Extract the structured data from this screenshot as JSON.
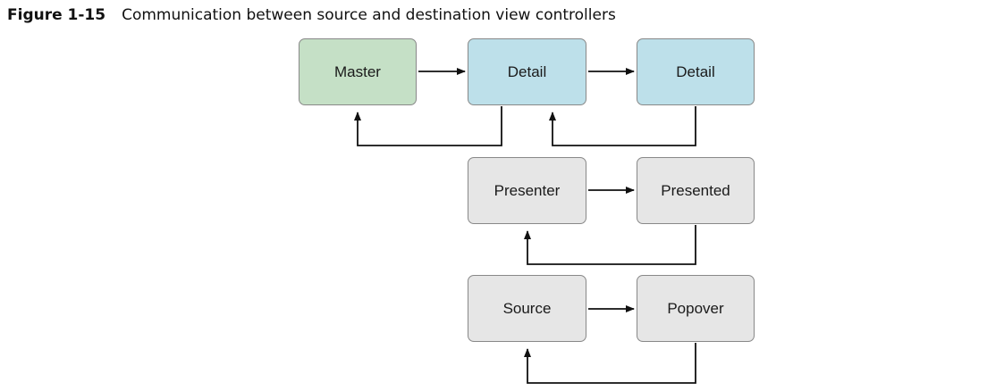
{
  "caption": {
    "label": "Figure 1-15",
    "title": "Communication between source and destination view controllers"
  },
  "nodes": {
    "master": "Master",
    "detail_1": "Detail",
    "detail_2": "Detail",
    "presenter": "Presenter",
    "presented": "Presented",
    "source": "Source",
    "popover": "Popover"
  },
  "colors": {
    "master_fill": "#c5e0c6",
    "detail_fill": "#bde0ea",
    "neutral_fill": "#e6e6e6",
    "box_border": "#888888",
    "connector": "#111111"
  }
}
